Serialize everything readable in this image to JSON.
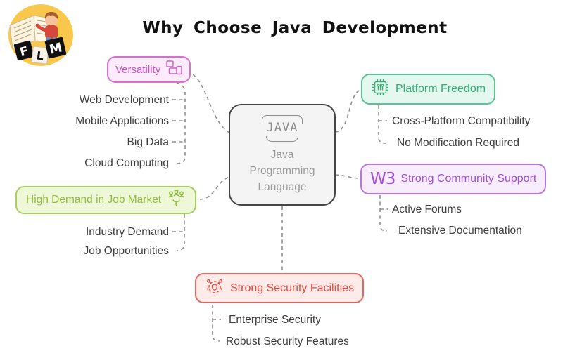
{
  "title": "Why Choose Java Development",
  "logo": {
    "name": "FLM",
    "tiles": [
      "F",
      "L",
      "M"
    ]
  },
  "center_node": {
    "badge": "JAVA",
    "label_lines": [
      "Java",
      "Programming",
      "Language"
    ],
    "fill": "#f4f4f4",
    "border_color": "#454545",
    "text_color": "#9c9c9c"
  },
  "branches": {
    "versatility": {
      "label": "Versatility",
      "icon": "devices-icon",
      "text_color": "#c94fc4",
      "border_color": "#d76fd0",
      "fill": "#fcebfa",
      "children": [
        "Web Development",
        "Mobile Applications",
        "Big Data",
        "Cloud Computing"
      ]
    },
    "job_market": {
      "label": "High Demand in Job Market",
      "icon": "workforce-icon",
      "text_color": "#8fbc3b",
      "border_color": "#a6cf5e",
      "fill": "#eff7d9",
      "children": [
        "Industry Demand",
        "Job Opportunities"
      ]
    },
    "platform_freedom": {
      "label": "Platform Freedom",
      "icon": "chip-icon",
      "text_color": "#2fae76",
      "border_color": "#58c493",
      "fill": "#e5f8ef",
      "children": [
        "Cross-Platform Compatibility",
        "No Modification Required"
      ]
    },
    "community": {
      "label": "Strong Community Support",
      "icon": "w3-icon",
      "icon_text": "W3",
      "text_color": "#a14fd8",
      "border_color": "#b575e3",
      "fill": "#f7edfd",
      "children": [
        "Active Forums",
        "Extensive Documentation"
      ]
    },
    "security": {
      "label": "Strong Security Facilities",
      "icon": "security-scan-icon",
      "text_color": "#df4a3f",
      "border_color": "#e4685f",
      "fill": "#fdebe9",
      "children": [
        "Enterprise Security",
        "Robust Security Features"
      ]
    }
  },
  "connector_color": "#909090",
  "leaf_text_color": "#3d3d3d"
}
